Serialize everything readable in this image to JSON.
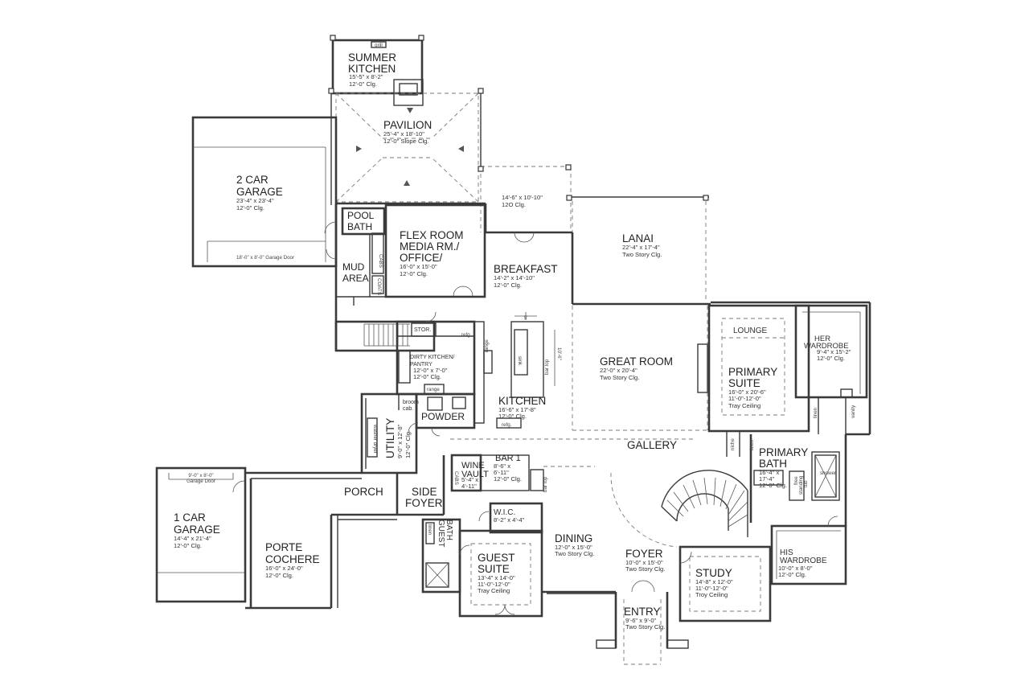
{
  "rooms": {
    "summer_kitchen": {
      "name1": "SUMMER",
      "name2": "KITCHEN",
      "dim1": "15'-5\" x 8'-2\"",
      "dim2": "12'-0\" Clg."
    },
    "pavilion": {
      "name": "PAVILION",
      "dim1": "25'-4\" x 18'-10\"",
      "dim2": "12'-0\" Slope Clg."
    },
    "garage2": {
      "name1": "2 CAR",
      "name2": "GARAGE",
      "dim1": "23'-4\" x 23'-4\"",
      "dim2": "12'-0\" Clg.",
      "door": "18'-0\" x 8'-0\" Garage Door"
    },
    "covered_area": {
      "dim1": "14'-6\" x 10'-10\"",
      "dim2": "12O Clg."
    },
    "lanai": {
      "name": "LANAI",
      "dim1": "22'-4\" x 17'-4\"",
      "dim2": "Two Story Clg."
    },
    "pool_bath": {
      "name1": "POOL",
      "name2": "BATH"
    },
    "flex_room": {
      "name1": "FLEX ROOM",
      "name2": "MEDIA RM./",
      "name3": "OFFICE/",
      "dim1": "16'-0\" x 15'-0\"",
      "dim2": "12'-0\" Clg."
    },
    "mud_area": {
      "name1": "MUD",
      "name2": "AREA"
    },
    "breakfast": {
      "name": "BREAKFAST",
      "dim1": "14'-2\" x 14'-10\"",
      "dim2": "12'-0\" Clg."
    },
    "great_room": {
      "name": "GREAT ROOM",
      "dim1": "22'-0\" x 20'-4\"",
      "dim2": "Two Story Clg."
    },
    "lounge": {
      "name": "LOUNGE"
    },
    "her_wardrobe": {
      "name1": "HER",
      "name2": "WARDROBE",
      "dim1": "9'-4\" x 15'-2\"",
      "dim2": "12'-0\" Clg."
    },
    "primary_suite": {
      "name1": "PRIMARY",
      "name2": "SUITE",
      "dim1": "16'-0\" x 20'-6\"",
      "dim2": "11'-0\"-12'-0\"",
      "dim3": "Tray Ceiling"
    },
    "dirty_kitchen": {
      "name1": "DIRTY KITCHEN/",
      "name2": "PANTRY",
      "dim1": "12'-0\" x 7'-0\"",
      "dim2": "12'-0\" Clg."
    },
    "kitchen": {
      "name": "KITCHEN",
      "dim1": "16'-6\" x 17'-8\"",
      "dim2": "12'-0\" Clg."
    },
    "utility": {
      "name": "UTILITY",
      "dim1": "9'-0\" x 12'-8\"",
      "dim2": "12'-0\" Clg."
    },
    "powder": {
      "name": "POWDER"
    },
    "gallery": {
      "name": "GALLERY"
    },
    "primary_bath": {
      "name1": "PRIMARY",
      "name2": "BATH",
      "dim1": "16'-4\" x",
      "dim2": "17'-4\"",
      "dim3": "12'-0\" Clg."
    },
    "bar": {
      "name": "BAR 1",
      "dim1": "8'-6\" x",
      "dim2": "6'-11\"",
      "dim3": "12'-0\" Clg."
    },
    "wine_vault": {
      "name1": "WINE",
      "name2": "VAULT",
      "dim1": "5'-4\" x",
      "dim2": "4'-11\""
    },
    "garage1": {
      "name1": "1 CAR",
      "name2": "GARAGE",
      "dim1": "14'-4\" x 21'-4\"",
      "dim2": "12'-0\" Clg.",
      "door1": "9'-0\" x 8'-0\"",
      "door2": "Garage Door"
    },
    "porch": {
      "name": "PORCH"
    },
    "side_foyer": {
      "name1": "SIDE",
      "name2": "FOYER"
    },
    "porte_cochere": {
      "name1": "PORTE",
      "name2": "COCHERE",
      "dim1": "16'-0\" x 24'-0\"",
      "dim2": "12'-0\" Clg."
    },
    "wic": {
      "name": "W.I.C.",
      "dim1": "8'-2\" x 4'-4\""
    },
    "guest_bath": {
      "name1": "GUEST",
      "name2": "BATH"
    },
    "guest_suite": {
      "name1": "GUEST",
      "name2": "SUITE",
      "dim1": "13'-4\" x 14'-0\"",
      "dim2": "11'-0\"-12'-0\"",
      "dim3": "Tray Ceiling"
    },
    "dining": {
      "name": "DINING",
      "dim1": "12'-0\" x 15'-0\"",
      "dim2": "Two Story Clg."
    },
    "foyer": {
      "name": "FOYER",
      "dim1": "10'-0\" x 15'-0\"",
      "dim2": "Two Story Clg."
    },
    "study": {
      "name": "STUDY",
      "dim1": "14'-8\" x 12'-0\"",
      "dim2": "11'-0\"-12'-0\"",
      "dim3": "Troy Ceiling"
    },
    "his_wardrobe": {
      "name1": "HIS",
      "name2": "WARDROBE",
      "dim1": "10'-0\" x 8'-0\"",
      "dim2": "12'-0\" Clg."
    },
    "entry": {
      "name": "ENTRY",
      "dim1": "9'-6\" x 9'-0\"",
      "dim2": "Two Story Clg."
    }
  },
  "annotations": {
    "grill": "grill",
    "cabs": "CABS",
    "coats": "COATS",
    "stor": "STOR.",
    "refg": "refg",
    "refg2": "refg.",
    "range": "range",
    "range2": "range",
    "bar_top": "bar top",
    "bar_top2": "bar top",
    "island_dim": "10'-6\"",
    "island_top": "5'",
    "broom": "broom",
    "cab": "cab.",
    "washer_dryer": "washer dryer",
    "linen": "linen",
    "linen2": "linen",
    "linen3": "linen",
    "niche": "niche",
    "vanity": "vanity",
    "shower": "shower",
    "free_standing_tub1": "free",
    "free_standing_tub2": "standing",
    "free_standing_tub3": "tub",
    "cabs2": "CABS",
    "sink": "sink"
  }
}
